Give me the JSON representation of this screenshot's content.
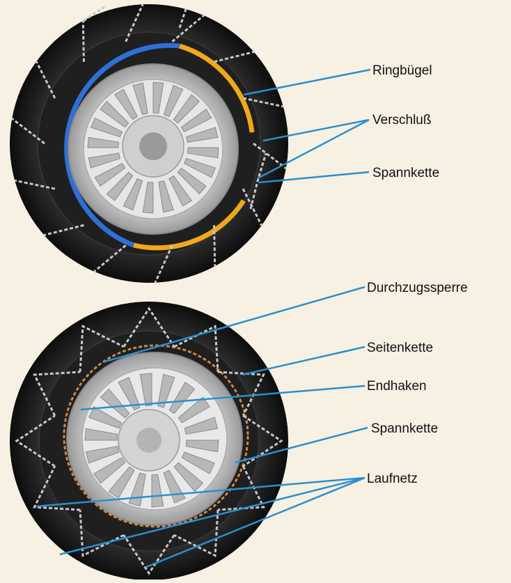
{
  "colors": {
    "background": "#f6f1e2",
    "leader_line": "#2a8fd0",
    "tire": "#1a1a1a",
    "rim": "#d9d9d9",
    "ring_blue": "#2f6fd8",
    "ring_yellow": "#f0a81c",
    "chain": "#b9b9b9"
  },
  "labels": {
    "ringbugel": "Ringbügel",
    "verschluss": "Verschluß",
    "spannkette_top": "Spannkette",
    "durchzugssperre": "Durchzugssperre",
    "seitenkette": "Seitenkette",
    "endhaken": "Endhaken",
    "spannkette_bottom": "Spannkette",
    "laufnetz": "Laufnetz"
  }
}
